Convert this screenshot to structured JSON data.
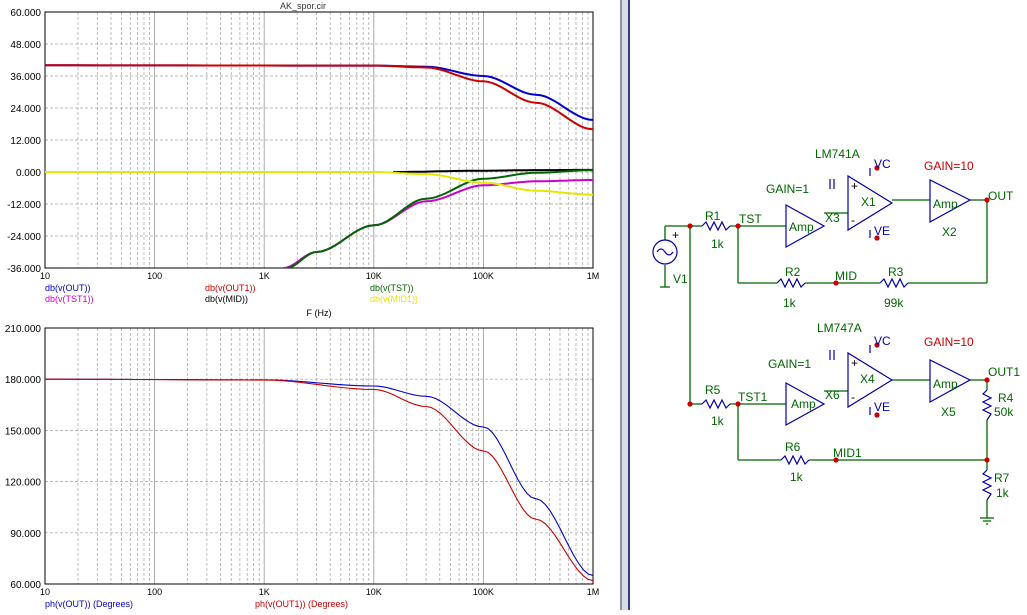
{
  "sim_title": "AK_spor.cir",
  "colors": {
    "out": "#0000cc",
    "out1": "#cc0000",
    "tst": "#006600",
    "tst1": "#cc00cc",
    "mid": "#000000",
    "mid1": "#e6e600",
    "grid": "#a0a0a0",
    "wire": "#006600",
    "comp": "#0000aa",
    "label": "#006600",
    "title_red": "#cc0000"
  },
  "chart_data": [
    {
      "type": "line",
      "title": "AK_spor.cir",
      "xlabel": "F (Hz)",
      "xscale": "log",
      "xlim": [
        10,
        1000000
      ],
      "ylim": [
        -36,
        60
      ],
      "x_ticks": [
        "10",
        "100",
        "1K",
        "10K",
        "100K",
        "1M"
      ],
      "y_ticks": [
        "60.000",
        "48.000",
        "36.000",
        "24.000",
        "12.000",
        "0.000",
        "-12.000",
        "-24.000",
        "-36.000"
      ],
      "grid": true,
      "legend_position": "bottom",
      "series": [
        {
          "name": "db(v(OUT))",
          "points": [
            [
              10,
              40
            ],
            [
              10000,
              39.9
            ],
            [
              30000,
              39.5
            ],
            [
              100000,
              36
            ],
            [
              300000,
              29
            ],
            [
              1000000,
              19.5
            ]
          ]
        },
        {
          "name": "db(v(TST1))",
          "points": [
            [
              1500,
              -36
            ],
            [
              3000,
              -30
            ],
            [
              10000,
              -20
            ],
            [
              30000,
              -11
            ],
            [
              100000,
              -5
            ],
            [
              300000,
              -3.5
            ],
            [
              1000000,
              -3
            ]
          ]
        },
        {
          "name": "db(v(OUT1))",
          "points": [
            [
              10,
              40
            ],
            [
              10000,
              39.9
            ],
            [
              30000,
              39.2
            ],
            [
              100000,
              34
            ],
            [
              300000,
              26
            ],
            [
              1000000,
              16
            ]
          ]
        },
        {
          "name": "db(v(MID))",
          "points": [
            [
              15000,
              0
            ],
            [
              100000,
              0.5
            ],
            [
              300000,
              0.7
            ],
            [
              1000000,
              0.8
            ]
          ]
        },
        {
          "name": "db(v(TST))",
          "points": [
            [
              1600,
              -36
            ],
            [
              3000,
              -30
            ],
            [
              10000,
              -20
            ],
            [
              30000,
              -10
            ],
            [
              100000,
              -2.5
            ],
            [
              300000,
              -0.3
            ],
            [
              1000000,
              0.7
            ]
          ]
        },
        {
          "name": "db(v(MID1))",
          "points": [
            [
              10,
              0
            ],
            [
              10000,
              0
            ],
            [
              30000,
              -0.8
            ],
            [
              100000,
              -4
            ],
            [
              300000,
              -7
            ],
            [
              1000000,
              -8.5
            ]
          ]
        }
      ]
    },
    {
      "type": "line",
      "xscale": "log",
      "xlim": [
        10,
        1000000
      ],
      "ylim": [
        60,
        210
      ],
      "x_ticks": [
        "10",
        "100",
        "1K",
        "10K",
        "100K",
        "1M"
      ],
      "y_ticks": [
        "210.000",
        "180.000",
        "150.000",
        "120.000",
        "90.000",
        "60.000"
      ],
      "grid": true,
      "legend_position": "bottom",
      "series": [
        {
          "name": "ph(v(OUT)) (Degrees)",
          "points": [
            [
              10,
              180
            ],
            [
              1000,
              179.6
            ],
            [
              10000,
              176
            ],
            [
              30000,
              170
            ],
            [
              100000,
              152
            ],
            [
              300000,
              110
            ],
            [
              1000000,
              65
            ]
          ]
        },
        {
          "name": "ph(v(OUT1)) (Degrees)",
          "points": [
            [
              10,
              180
            ],
            [
              1000,
              179.5
            ],
            [
              10000,
              174
            ],
            [
              30000,
              164
            ],
            [
              100000,
              138
            ],
            [
              300000,
              98
            ],
            [
              1000000,
              62
            ]
          ]
        }
      ]
    }
  ],
  "schematic": {
    "labels": {
      "lm741a": "LM741A",
      "lm747a": "LM747A",
      "vc": "VC",
      "ve": "VE",
      "vc2": "VC",
      "ve2": "VE",
      "gain1": "GAIN=1",
      "gain10": "GAIN=10",
      "gain1b": "GAIN=1",
      "gain10b": "GAIN=10",
      "amp": "Amp",
      "x1": "X1",
      "x2": "X2",
      "x3": "X3",
      "x4": "X4",
      "x5": "X5",
      "x6": "X6",
      "r1": "R1",
      "r1v": "1k",
      "r2": "R2",
      "r2v": "1k",
      "r3": "R3",
      "r3v": "99k",
      "r4": "R4",
      "r4v": "50k",
      "r5": "R5",
      "r5v": "1k",
      "r6": "R6",
      "r6v": "1k",
      "r7": "R7",
      "r7v": "1k",
      "tst": "TST",
      "tst1": "TST1",
      "mid": "MID",
      "mid1": "MID1",
      "out": "OUT",
      "out1": "OUT1",
      "v1": "V1",
      "plus": "+",
      "minus": "-"
    }
  }
}
